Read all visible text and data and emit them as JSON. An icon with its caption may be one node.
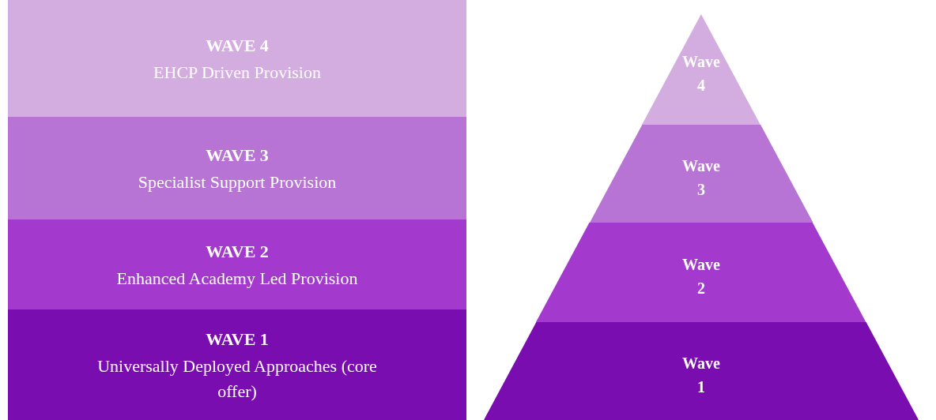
{
  "diagram": {
    "nodes": [
      {
        "text": [
          "WAVE 4",
          "EHCP Driven Provision"
        ]
      },
      {
        "text": [
          "WAVE 3",
          "Specialist Support Provision"
        ]
      },
      {
        "text": [
          "WAVE 2",
          "Enhanced Academy Led Provision"
        ]
      },
      {
        "text": [
          "WAVE 1",
          "Universally Deployed Approaches (core offer)"
        ]
      },
      {
        "text": [
          "Wave 4"
        ]
      },
      {
        "text": [
          "Wave 3"
        ]
      },
      {
        "text": [
          "Wave 2"
        ]
      },
      {
        "text": [
          "Wave 1"
        ]
      }
    ]
  }
}
